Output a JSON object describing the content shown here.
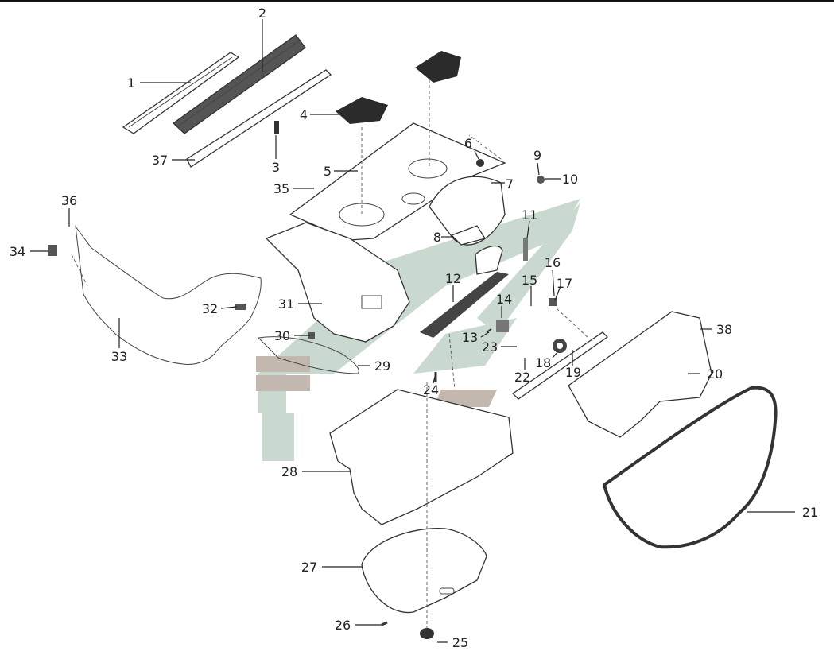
{
  "diagram": {
    "callouts": [
      {
        "n": "1"
      },
      {
        "n": "2"
      },
      {
        "n": "3"
      },
      {
        "n": "4"
      },
      {
        "n": "5"
      },
      {
        "n": "6"
      },
      {
        "n": "7"
      },
      {
        "n": "8"
      },
      {
        "n": "9"
      },
      {
        "n": "10"
      },
      {
        "n": "11"
      },
      {
        "n": "12"
      },
      {
        "n": "13"
      },
      {
        "n": "14"
      },
      {
        "n": "15"
      },
      {
        "n": "16"
      },
      {
        "n": "17"
      },
      {
        "n": "18"
      },
      {
        "n": "19"
      },
      {
        "n": "20"
      },
      {
        "n": "21"
      },
      {
        "n": "22"
      },
      {
        "n": "23"
      },
      {
        "n": "24"
      },
      {
        "n": "25"
      },
      {
        "n": "26"
      },
      {
        "n": "27"
      },
      {
        "n": "28"
      },
      {
        "n": "29"
      },
      {
        "n": "30"
      },
      {
        "n": "31"
      },
      {
        "n": "32"
      },
      {
        "n": "33"
      },
      {
        "n": "34"
      },
      {
        "n": "35"
      },
      {
        "n": "36"
      },
      {
        "n": "37"
      },
      {
        "n": "38"
      }
    ]
  }
}
